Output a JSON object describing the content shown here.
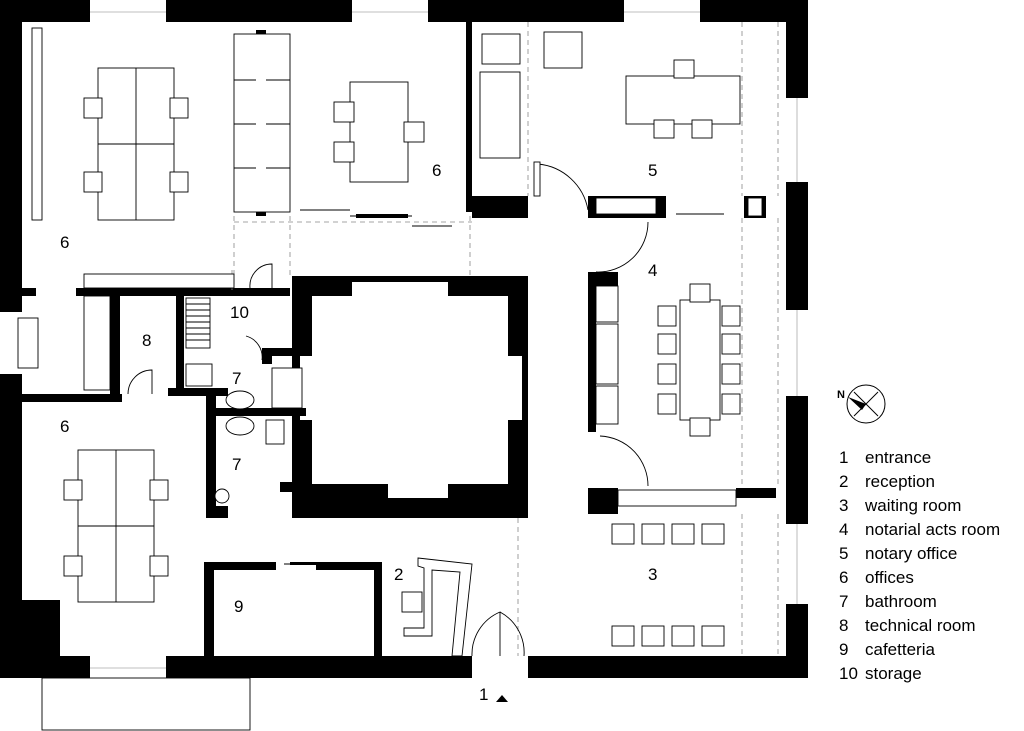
{
  "room_labels": {
    "entrance": "1",
    "reception": "2",
    "waiting": "3",
    "notarial": "4",
    "notary": "5",
    "offices_upper_mid": "6",
    "offices_upper_left": "6",
    "offices_lower_left": "6",
    "bathroom_upper": "7",
    "bathroom_lower": "7",
    "technical": "8",
    "cafeteria": "9",
    "storage": "10"
  },
  "compass": {
    "label": "N"
  },
  "legend": [
    {
      "num": "1",
      "label": "entrance"
    },
    {
      "num": "2",
      "label": "reception"
    },
    {
      "num": "3",
      "label": "waiting room"
    },
    {
      "num": "4",
      "label": "notarial acts room"
    },
    {
      "num": "5",
      "label": "notary office"
    },
    {
      "num": "6",
      "label": "offices"
    },
    {
      "num": "7",
      "label": "bathroom"
    },
    {
      "num": "8",
      "label": "technical room"
    },
    {
      "num": "9",
      "label": "cafetteria"
    },
    {
      "num": "10",
      "label": "storage"
    }
  ]
}
